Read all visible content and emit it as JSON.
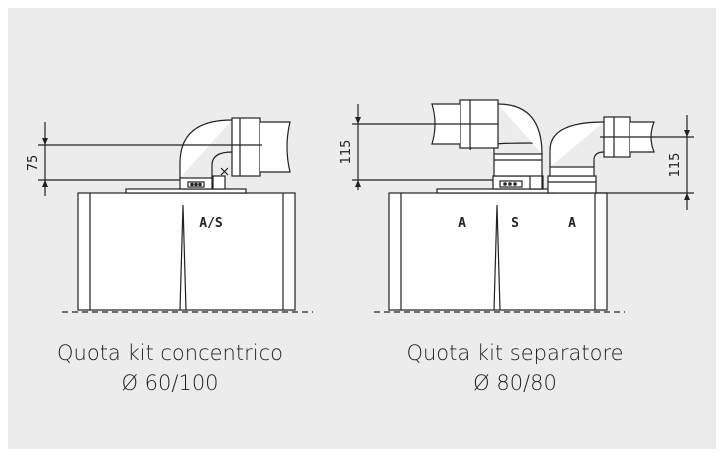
{
  "left_diagram": {
    "dimension": "75",
    "label_as": "A/S",
    "caption_title": "Quota kit concentrico",
    "caption_size": "Ø 60/100"
  },
  "right_diagram": {
    "dimension_left": "115",
    "dimension_right": "115",
    "label_a1": "A",
    "label_s": "S",
    "label_a2": "A",
    "caption_title": "Quota kit separatore",
    "caption_size": "Ø 80/80"
  },
  "colors": {
    "background_panel": "#ececec",
    "stroke": "#222222"
  }
}
